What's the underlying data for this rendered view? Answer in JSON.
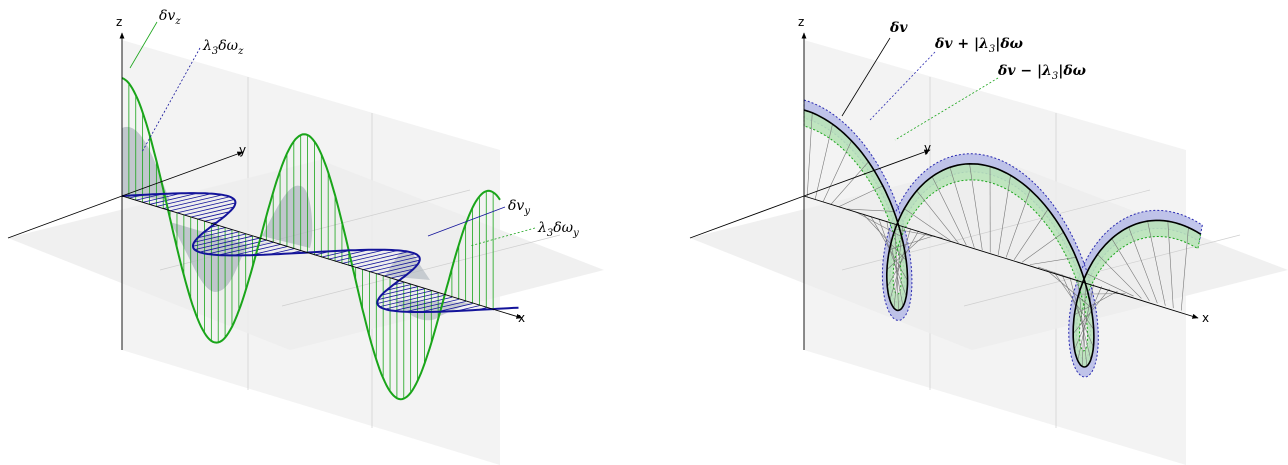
{
  "left_panel": {
    "axes": {
      "x": "x",
      "y": "y",
      "z": "z"
    },
    "labels": {
      "dvz_main": "δv",
      "dvz_sub": "z",
      "l3dwz_main": "λ",
      "l3dwz_mid": "3",
      "l3dwz_tail": "δω",
      "l3dwz_sub": "z",
      "dvy_main": "δv",
      "dvy_sub": "y",
      "l3dwy_main": "λ",
      "l3dwy_mid": "3",
      "l3dwy_tail": "δω",
      "l3dwy_sub": "y"
    },
    "colors": {
      "z_wave": "#1aa51a",
      "y_wave": "#13139a",
      "z_fill": "#a9b3bd",
      "y_fill": "#a7c8a7",
      "plane": "#ededed"
    }
  },
  "right_panel": {
    "axes": {
      "x": "x",
      "y": "y",
      "z": "z"
    },
    "labels": {
      "dv": "δv",
      "dv_plus": "δv + |λ",
      "dv_plus_sub": "3",
      "dv_plus_tail": "|δω",
      "dv_minus": "δv − |λ",
      "dv_minus_sub": "3",
      "dv_minus_tail": "|δω"
    },
    "colors": {
      "outer_band": "#aeb3e6",
      "inner_band": "#b9e3b9",
      "plane": "#ededed"
    }
  }
}
